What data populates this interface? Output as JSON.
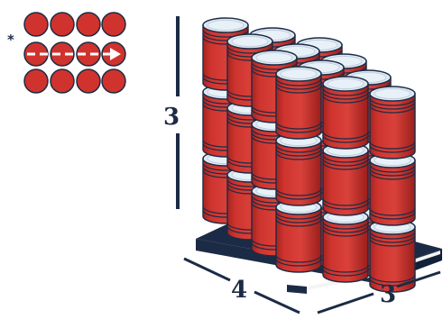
{
  "dimensions": {
    "height": "3",
    "depth": "4",
    "width": "3"
  },
  "pattern_note": "*",
  "colors": {
    "drum_red": "#d0332d",
    "drum_dark": "#9e1f1c",
    "drum_light": "#e2504a",
    "lid": "#dce8f3",
    "navy": "#1c2b45",
    "pallet_slat": "#f4f4f4"
  }
}
